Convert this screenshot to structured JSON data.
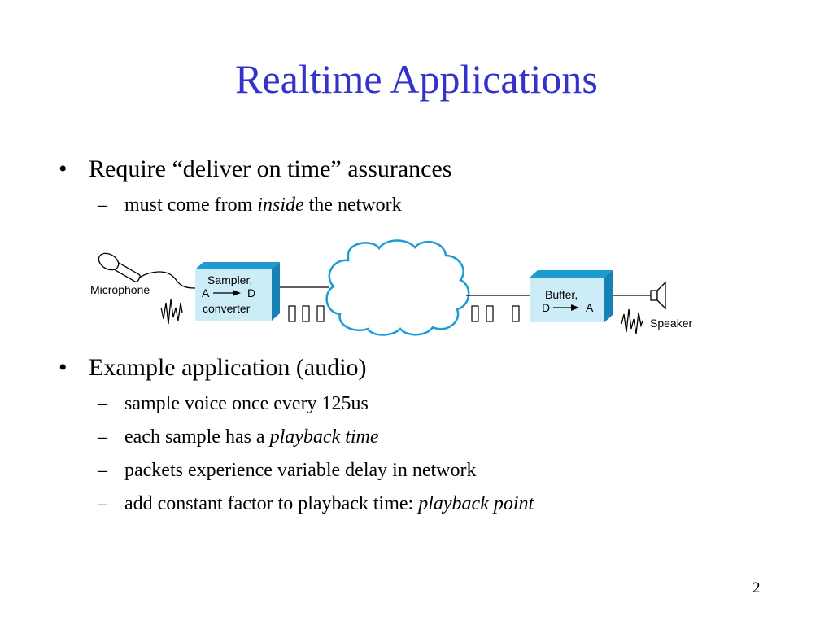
{
  "slide": {
    "title": "Realtime Applications",
    "page_number": "2",
    "bullet_symbol": "•",
    "dash_symbol": "–"
  },
  "bullets": [
    {
      "text": "Require “deliver on time” assurances",
      "subs": [
        {
          "pre": "must come from ",
          "em": "inside",
          "post": " the network"
        }
      ]
    },
    {
      "text": "Example application (audio)",
      "subs": [
        {
          "pre": "sample voice once every 125us",
          "em": "",
          "post": ""
        },
        {
          "pre": "each sample has a ",
          "em": "playback time",
          "post": ""
        },
        {
          "pre": "packets experience variable delay in network",
          "em": "",
          "post": ""
        },
        {
          "pre": "add constant factor to playback time: ",
          "em": "playback point",
          "post": ""
        }
      ]
    }
  ],
  "diagram": {
    "microphone_label": "Microphone",
    "sampler_line1": "Sampler,",
    "sampler_from": "A",
    "sampler_to": "D",
    "sampler_line3": "converter",
    "buffer_line1": "Buffer,",
    "buffer_from": "D",
    "buffer_to": "A",
    "speaker_label": "Speaker",
    "colors": {
      "box_front": "#ccecf7",
      "box_top": "#1e9bd0",
      "box_side": "#1581b4",
      "cloud_stroke": "#1e9bd0",
      "title": "#3333cc"
    }
  }
}
